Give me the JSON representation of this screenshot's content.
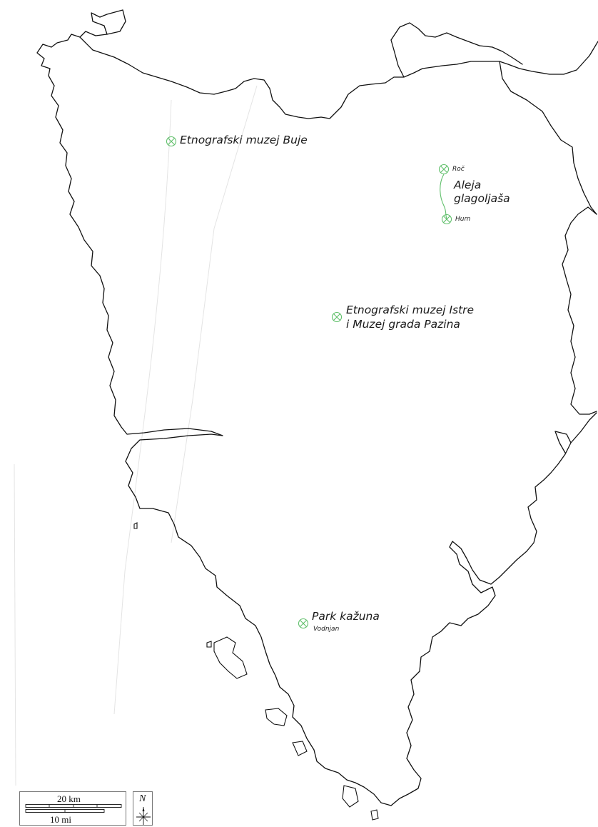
{
  "map": {
    "places": [
      {
        "id": "buje",
        "label": "Etnografski muzej Buje"
      },
      {
        "id": "roc",
        "label": "Roč"
      },
      {
        "id": "route",
        "label_line1": "Aleja",
        "label_line2": "glagoljaša"
      },
      {
        "id": "hum",
        "label": "Hum"
      },
      {
        "id": "pazin",
        "label_line1": "Etnografski muzej Istre",
        "label_line2": "i Muzej grada Pazina"
      },
      {
        "id": "kazun",
        "label": "Park  kažuna",
        "sublabel": "Vodnjan"
      }
    ],
    "scale": {
      "km_label": "20 km",
      "mi_label": "10 mi"
    },
    "north_label": "N",
    "colors": {
      "marker": "#5fbf6a",
      "coastline": "#111111"
    },
    "icons": {
      "place_marker": "circled-x-icon",
      "north_arrow": "compass-rose-icon"
    }
  }
}
